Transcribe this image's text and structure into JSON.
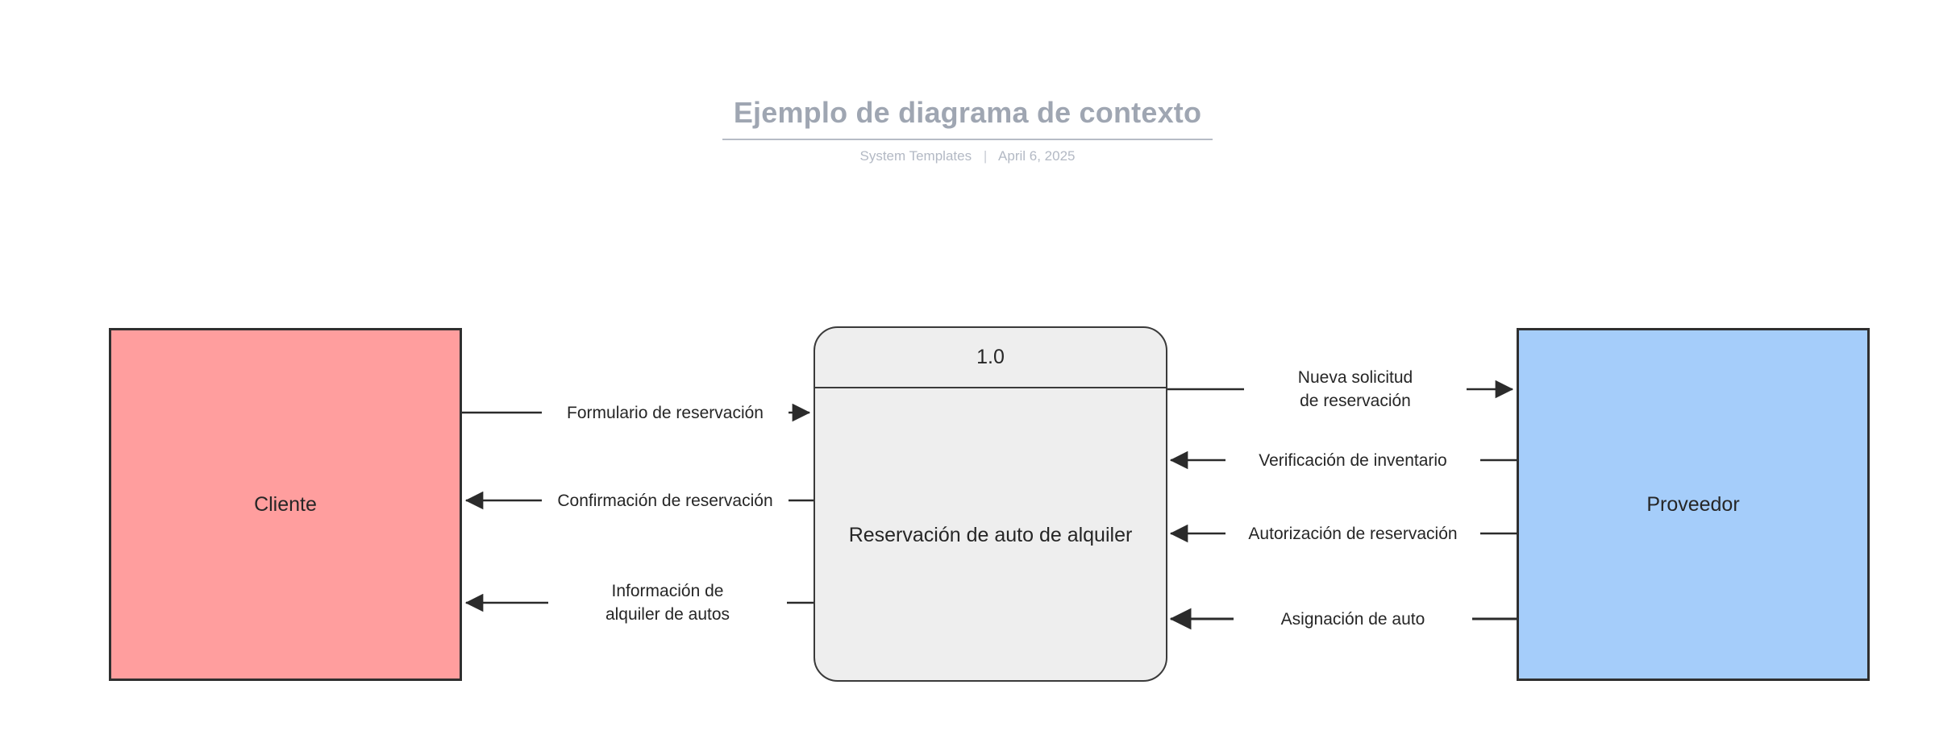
{
  "header": {
    "title": "Ejemplo de diagrama de contexto",
    "author": "System Templates",
    "separator": "|",
    "date": "April 6, 2025"
  },
  "diagram": {
    "type": "context-diagram",
    "entities": [
      {
        "id": "cliente",
        "label": "Cliente",
        "color": "#FF9E9E",
        "side": "left"
      },
      {
        "id": "proveedor",
        "label": "Proveedor",
        "color": "#A5CDFA",
        "side": "right"
      }
    ],
    "process": {
      "number": "1.0",
      "name": "Reservación de auto de alquiler",
      "color": "#EEEEEE"
    },
    "flows": [
      {
        "id": "formulario-de-reservacion",
        "label": "Formulario de reservación",
        "from": "cliente",
        "to": "process",
        "direction": "right",
        "lines": 1
      },
      {
        "id": "confirmacion-de-reservacion",
        "label": "Confirmación de reservación",
        "from": "process",
        "to": "cliente",
        "direction": "left",
        "lines": 1
      },
      {
        "id": "informacion-de-alquiler-de-autos",
        "label_line1": "Información de",
        "label_line2": "alquiler de autos",
        "label": "Información de alquiler de autos",
        "from": "process",
        "to": "cliente",
        "direction": "left",
        "lines": 2
      },
      {
        "id": "nueva-solicitud-de-reservacion",
        "label_line1": "Nueva solicitud",
        "label_line2": "de reservación",
        "label": "Nueva solicitud de reservación",
        "from": "process",
        "to": "proveedor",
        "direction": "right",
        "lines": 2
      },
      {
        "id": "verificacion-de-inventario",
        "label": "Verificación de inventario",
        "from": "proveedor",
        "to": "process",
        "direction": "left",
        "lines": 1
      },
      {
        "id": "autorizacion-de-reservacion",
        "label": "Autorización de reservación",
        "from": "proveedor",
        "to": "process",
        "direction": "left",
        "lines": 1
      },
      {
        "id": "asignacion-de-auto",
        "label": "Asignación de auto",
        "from": "proveedor",
        "to": "process",
        "direction": "left",
        "lines": 1
      }
    ]
  }
}
